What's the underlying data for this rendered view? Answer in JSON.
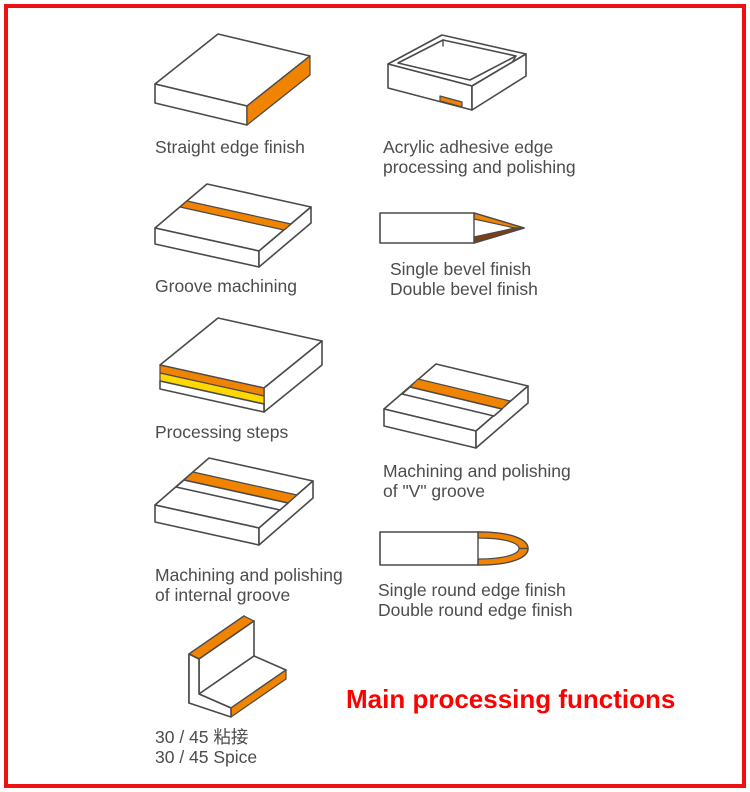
{
  "title": {
    "text": "Main processing functions",
    "color": "#fe0000"
  },
  "frame": {
    "border_color": "#ee1111"
  },
  "colors": {
    "accent_orange": "#f08300",
    "accent_yellow": "#ffd800",
    "accent_brown": "#7d3f10",
    "outline": "#4a4a4a",
    "text": "#4c4c4c"
  },
  "labels": {
    "straight_edge": {
      "line1": "Straight edge finish"
    },
    "acrylic": {
      "line1": "Acrylic adhesive edge",
      "line2": "processing and polishing"
    },
    "groove": {
      "line1": "Groove machining"
    },
    "bevel": {
      "line1": "Single bevel finish",
      "line2": "Double bevel finish"
    },
    "steps": {
      "line1": "Processing steps"
    },
    "v_groove": {
      "line1": "Machining and polishing",
      "line2": "of \"V\" groove"
    },
    "internal_groove": {
      "line1": "Machining and polishing",
      "line2": "of internal groove"
    },
    "round_edge": {
      "line1": "Single round edge finish",
      "line2": "Double round edge finish"
    },
    "angle": {
      "line1": "30 / 45  粘接",
      "line2": "30 / 45  Spice"
    }
  }
}
